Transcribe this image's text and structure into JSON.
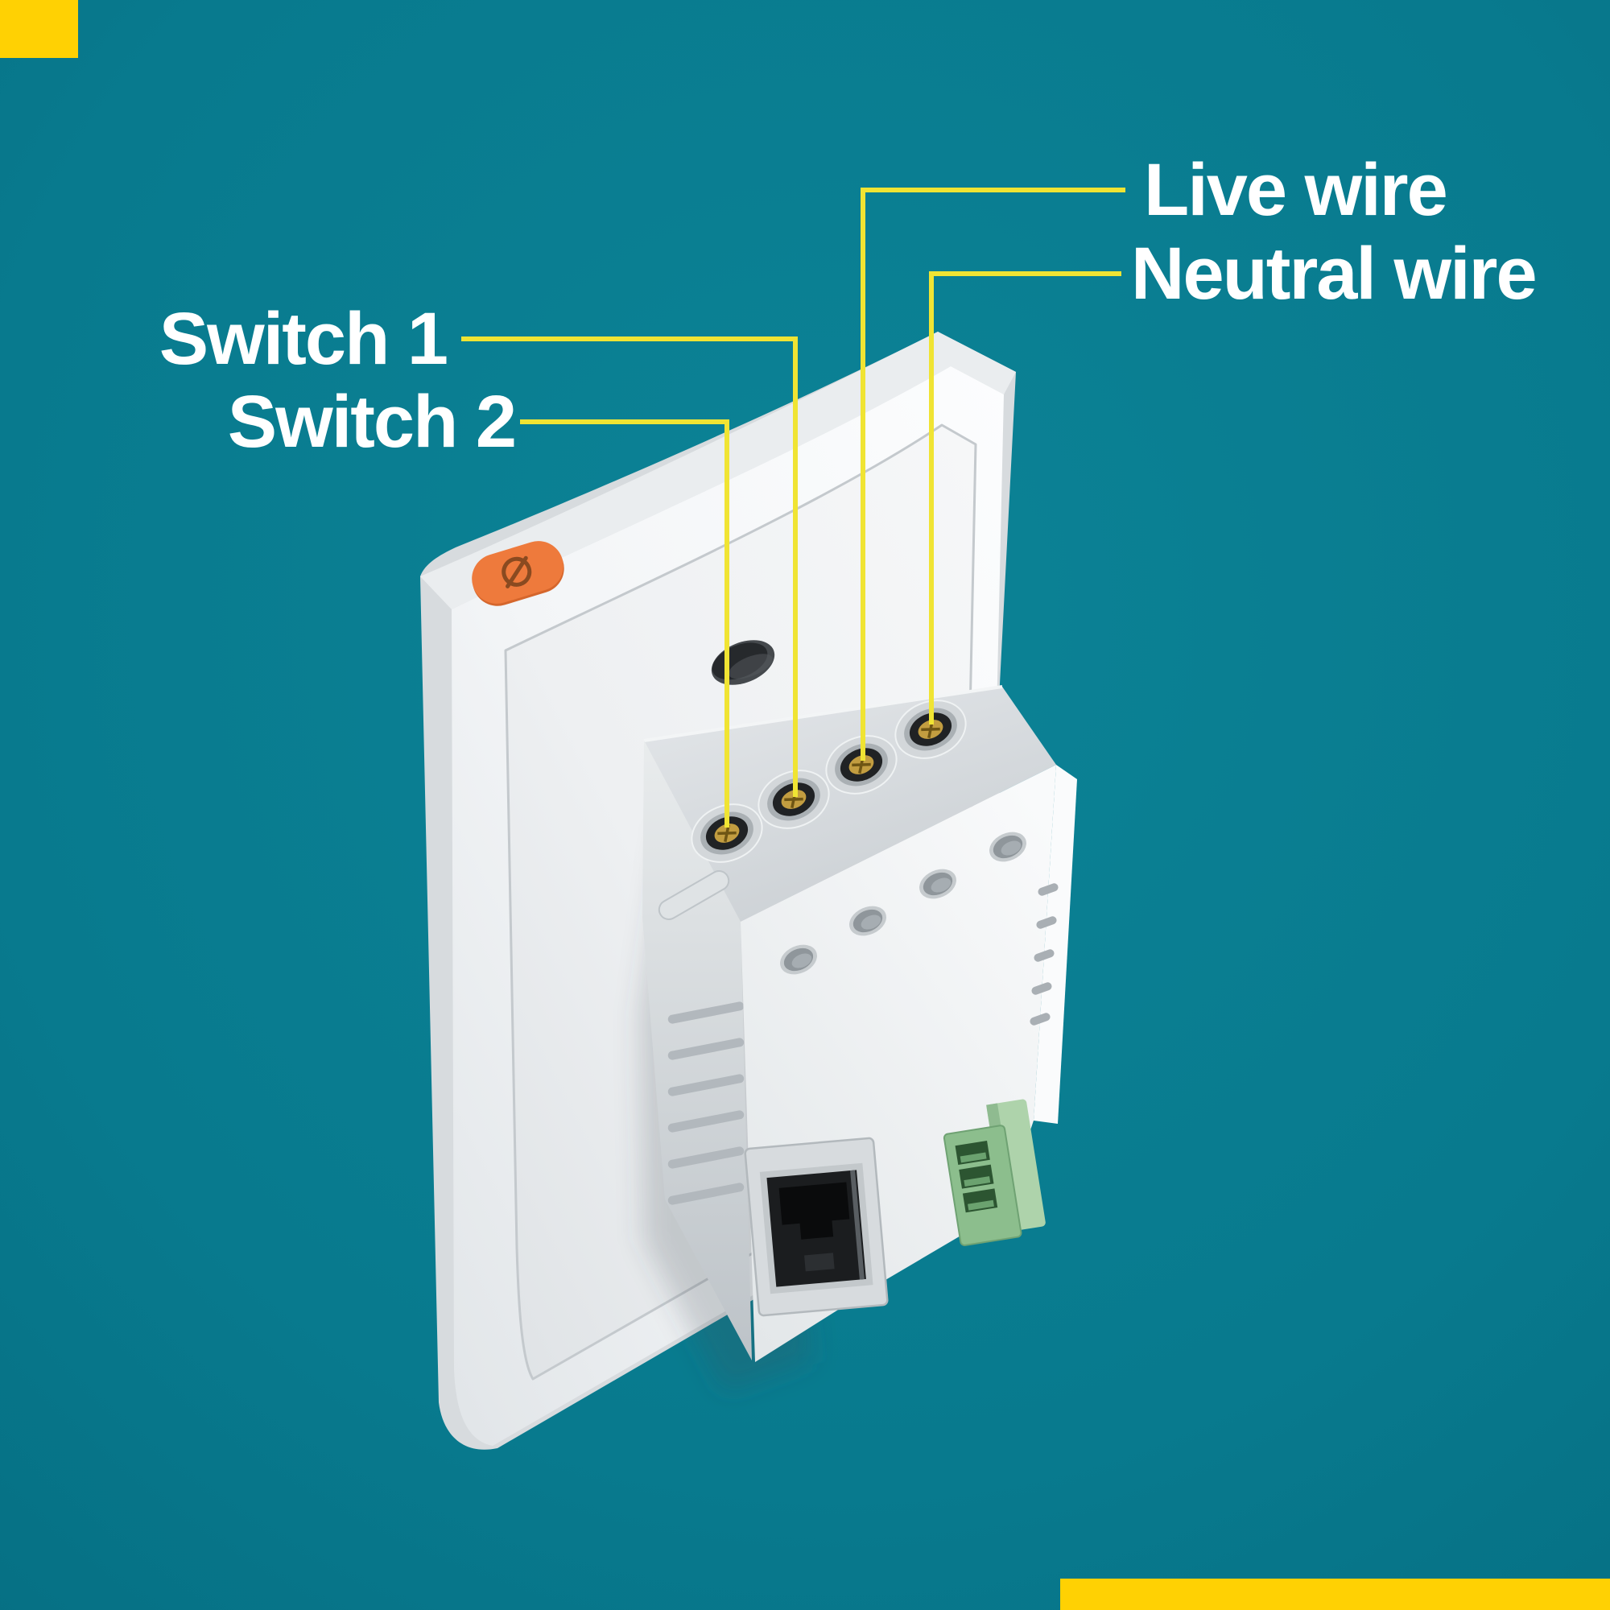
{
  "annotations": {
    "switch1": {
      "label": "Switch 1"
    },
    "switch2": {
      "label": "Switch 2"
    },
    "live_wire": {
      "label": "Live wire"
    },
    "neutral_wire": {
      "label": "Neutral wire"
    }
  },
  "device": {
    "icons": {
      "orange_button_glyph": "circle-slash"
    }
  },
  "colors": {
    "background_teal_center": "#0c8396",
    "background_teal_edge": "#04687c",
    "corner_block_yellow": "#ffd103",
    "leader_line_yellow": "#f0e433",
    "label_white": "#ffffff",
    "button_orange": "#ee7a3c",
    "terminal_block_green": "#8cbe8d"
  }
}
